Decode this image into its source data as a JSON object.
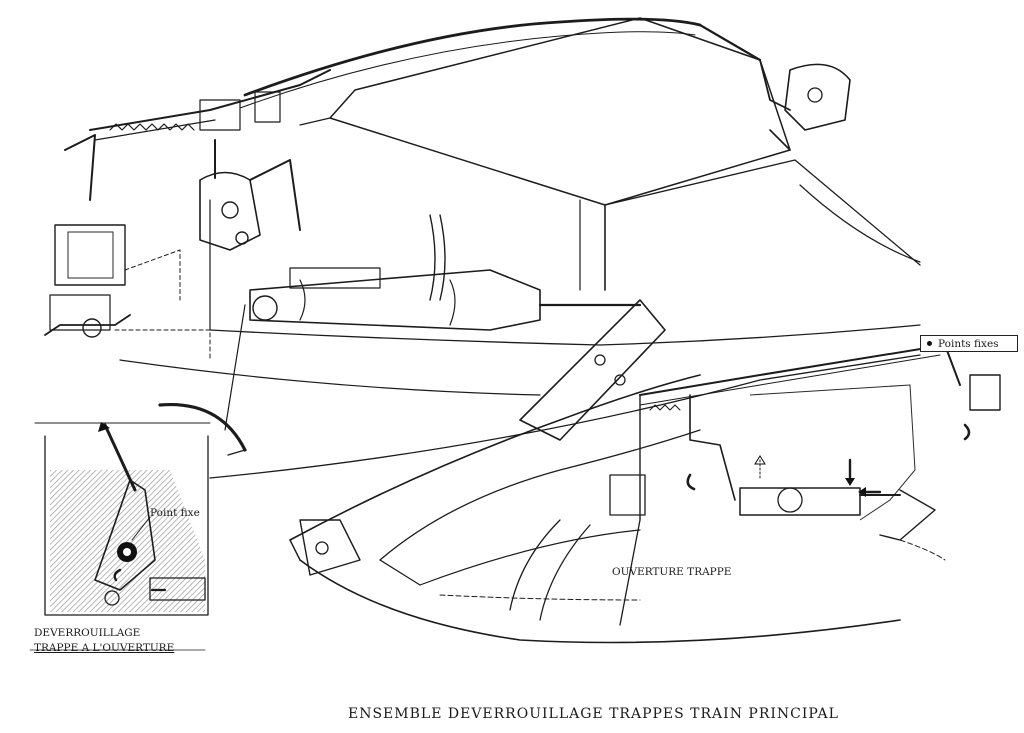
{
  "figure": {
    "title": "ENSEMBLE DEVERROUILLAGE TRAPPES TRAIN PRINCIPAL",
    "labels": {
      "ouverture_trappe": "OUVERTURE TRAPPE",
      "point_fixe": "Point fixe",
      "points_fixes": "Points fixes"
    },
    "inset_caption": {
      "line1": "DEVERROUILLAGE",
      "line2": "TRAPPE A L'OUVERTURE"
    }
  }
}
